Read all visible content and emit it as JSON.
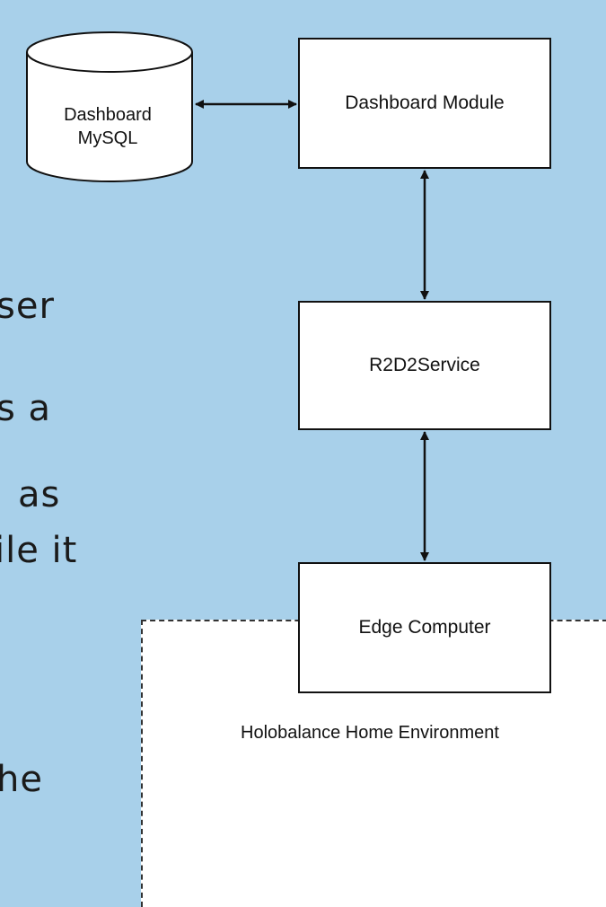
{
  "slide_text": [
    "ser",
    "s a",
    "as",
    "ile it",
    "he"
  ],
  "diagram": {
    "database": {
      "line1": "Dashboard",
      "line2": "MySQL"
    },
    "dashboard_module": "Dashboard Module",
    "r2d2_service": "R2D2Service",
    "edge_computer": "Edge Computer",
    "home_environment": "Holobalance Home Environment"
  },
  "colors": {
    "background": "#a8d0ea",
    "box_fill": "#ffffff",
    "stroke": "#111111"
  }
}
